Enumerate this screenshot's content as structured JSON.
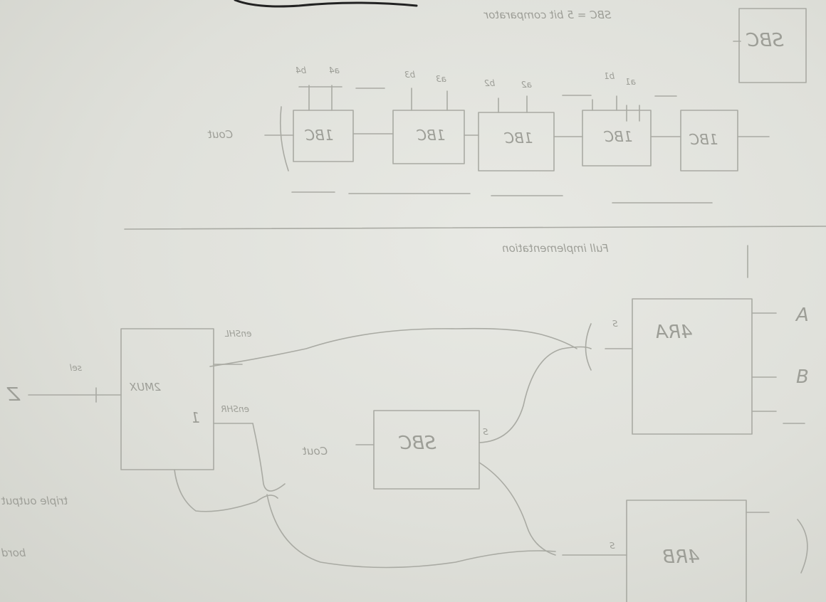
{
  "diagram": {
    "top_label": "SBC = 5 bit comparator",
    "top_box": "SBC",
    "chain_blocks": [
      "1BC",
      "1BC",
      "1BC",
      "1BC",
      "1BC"
    ],
    "chain_output": "Cout",
    "chain_inputs": [
      "b4",
      "a4",
      "b3",
      "a3",
      "b2",
      "a2",
      "b1",
      "a1"
    ],
    "section_label": "Full implementation",
    "mux_label": "2MUX",
    "mux_sel": "sel",
    "mux_in_z": "Z",
    "mux_in_1": "1",
    "mux_out_top": "enSHL",
    "mux_out_bottom": "enSHR",
    "sbc_label": "SBC",
    "sbc_cout": "Cout",
    "sbc_s": "S",
    "upper_reg": "4RA",
    "upper_reg_inputs": [
      "A",
      "B"
    ],
    "upper_reg_s": "S",
    "lower_reg": "4RB",
    "lower_reg_s": "S",
    "bottom_note_1": "triple output",
    "bottom_note_2": "bord"
  }
}
